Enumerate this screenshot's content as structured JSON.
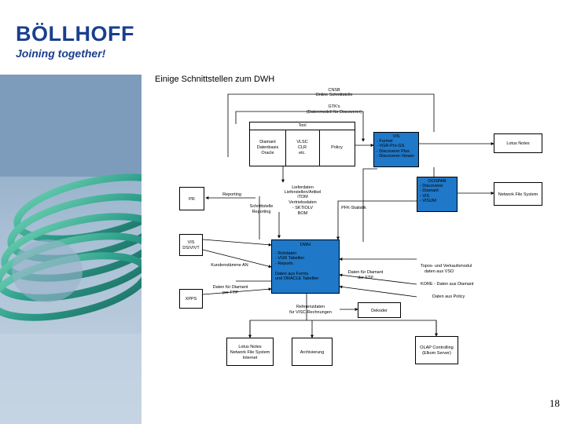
{
  "logo": {
    "brand": "BÖLLHOFF",
    "tagline": "Joining together!"
  },
  "title": "Einige Schnittstellen zum DWH",
  "page_number": "18",
  "diagram": {
    "cnsb": "CNSB",
    "online_schnittstelle": "Online Schnittstelle",
    "gtks": "GTK's",
    "gtks_sub": "(Datenmodell für Discoverer)",
    "tool": "Tool",
    "diamant_col": [
      "Diamant",
      "Datenbasis",
      "Oracle"
    ],
    "vlsc_col": [
      "VLSC",
      "CLR",
      "etc."
    ],
    "policy": "Policy",
    "vis_title": "VIS",
    "vis_items": [
      "- Formel",
      "- VGR-Pro-GS",
      "- Discoverer Plus",
      "- Discoverer-Viewer"
    ],
    "lotus_notes": "Lotus Notes",
    "oospar_title": "OOSPAR",
    "oospar_items": [
      "- Discoverer",
      "- Diamant",
      "- VIS",
      "- VISUM"
    ],
    "network_file_system": "Network File System",
    "pr": "PR",
    "reporting": "Reporting",
    "lieferdaten": [
      "Lieferdaten",
      "Lieferstellen/Artikel",
      "ITDM"
    ],
    "vertriebsdaten": [
      "Vertriebsdaten",
      "- SKTIOLV",
      "BOM"
    ],
    "schnittstelle_reporting": [
      "Schnittstelle",
      "Reporting"
    ],
    "pfk_status": "PFK-Statistik",
    "vis_ds": [
      "VIS",
      "DS/VIVT"
    ],
    "kundenstamm": "Kundenstämme AN",
    "dwh_title": "DWH",
    "dwh_items": [
      "- Rohdaten",
      "- VGR Tabellen",
      "- Reports"
    ],
    "dwh_sub": [
      "Daten aus Forms",
      "und ORACLE Tabellen"
    ],
    "daten_fuer_diamant": [
      "Daten für Diamant",
      "der FTP"
    ],
    "topos_right": [
      "Topos- und Verkaufsmodul",
      "daten aus VSO"
    ],
    "kore_right": "KORE - Daten aus Diamant",
    "policy_right": "Daten aus Policy",
    "daten_diamant_per_ftp": [
      "Daten für Diamant",
      "per FTP"
    ],
    "xpps": "XPPS",
    "referenzdaten": [
      "Referenzdaten",
      "für VISC-Rechnungen"
    ],
    "dekoder": "Dekoder",
    "lotus_nfs_internet": [
      "Lotus Notes",
      "Network File System",
      "Internet"
    ],
    "archivierung": "Archivierung",
    "olap_controlling": [
      "OLAP Controlling",
      "(Elkom Server)"
    ]
  },
  "colors": {
    "brand_blue": "#1a3f8c",
    "box_blue": "#1f78c8",
    "panel_blue": "#8eabc8"
  }
}
